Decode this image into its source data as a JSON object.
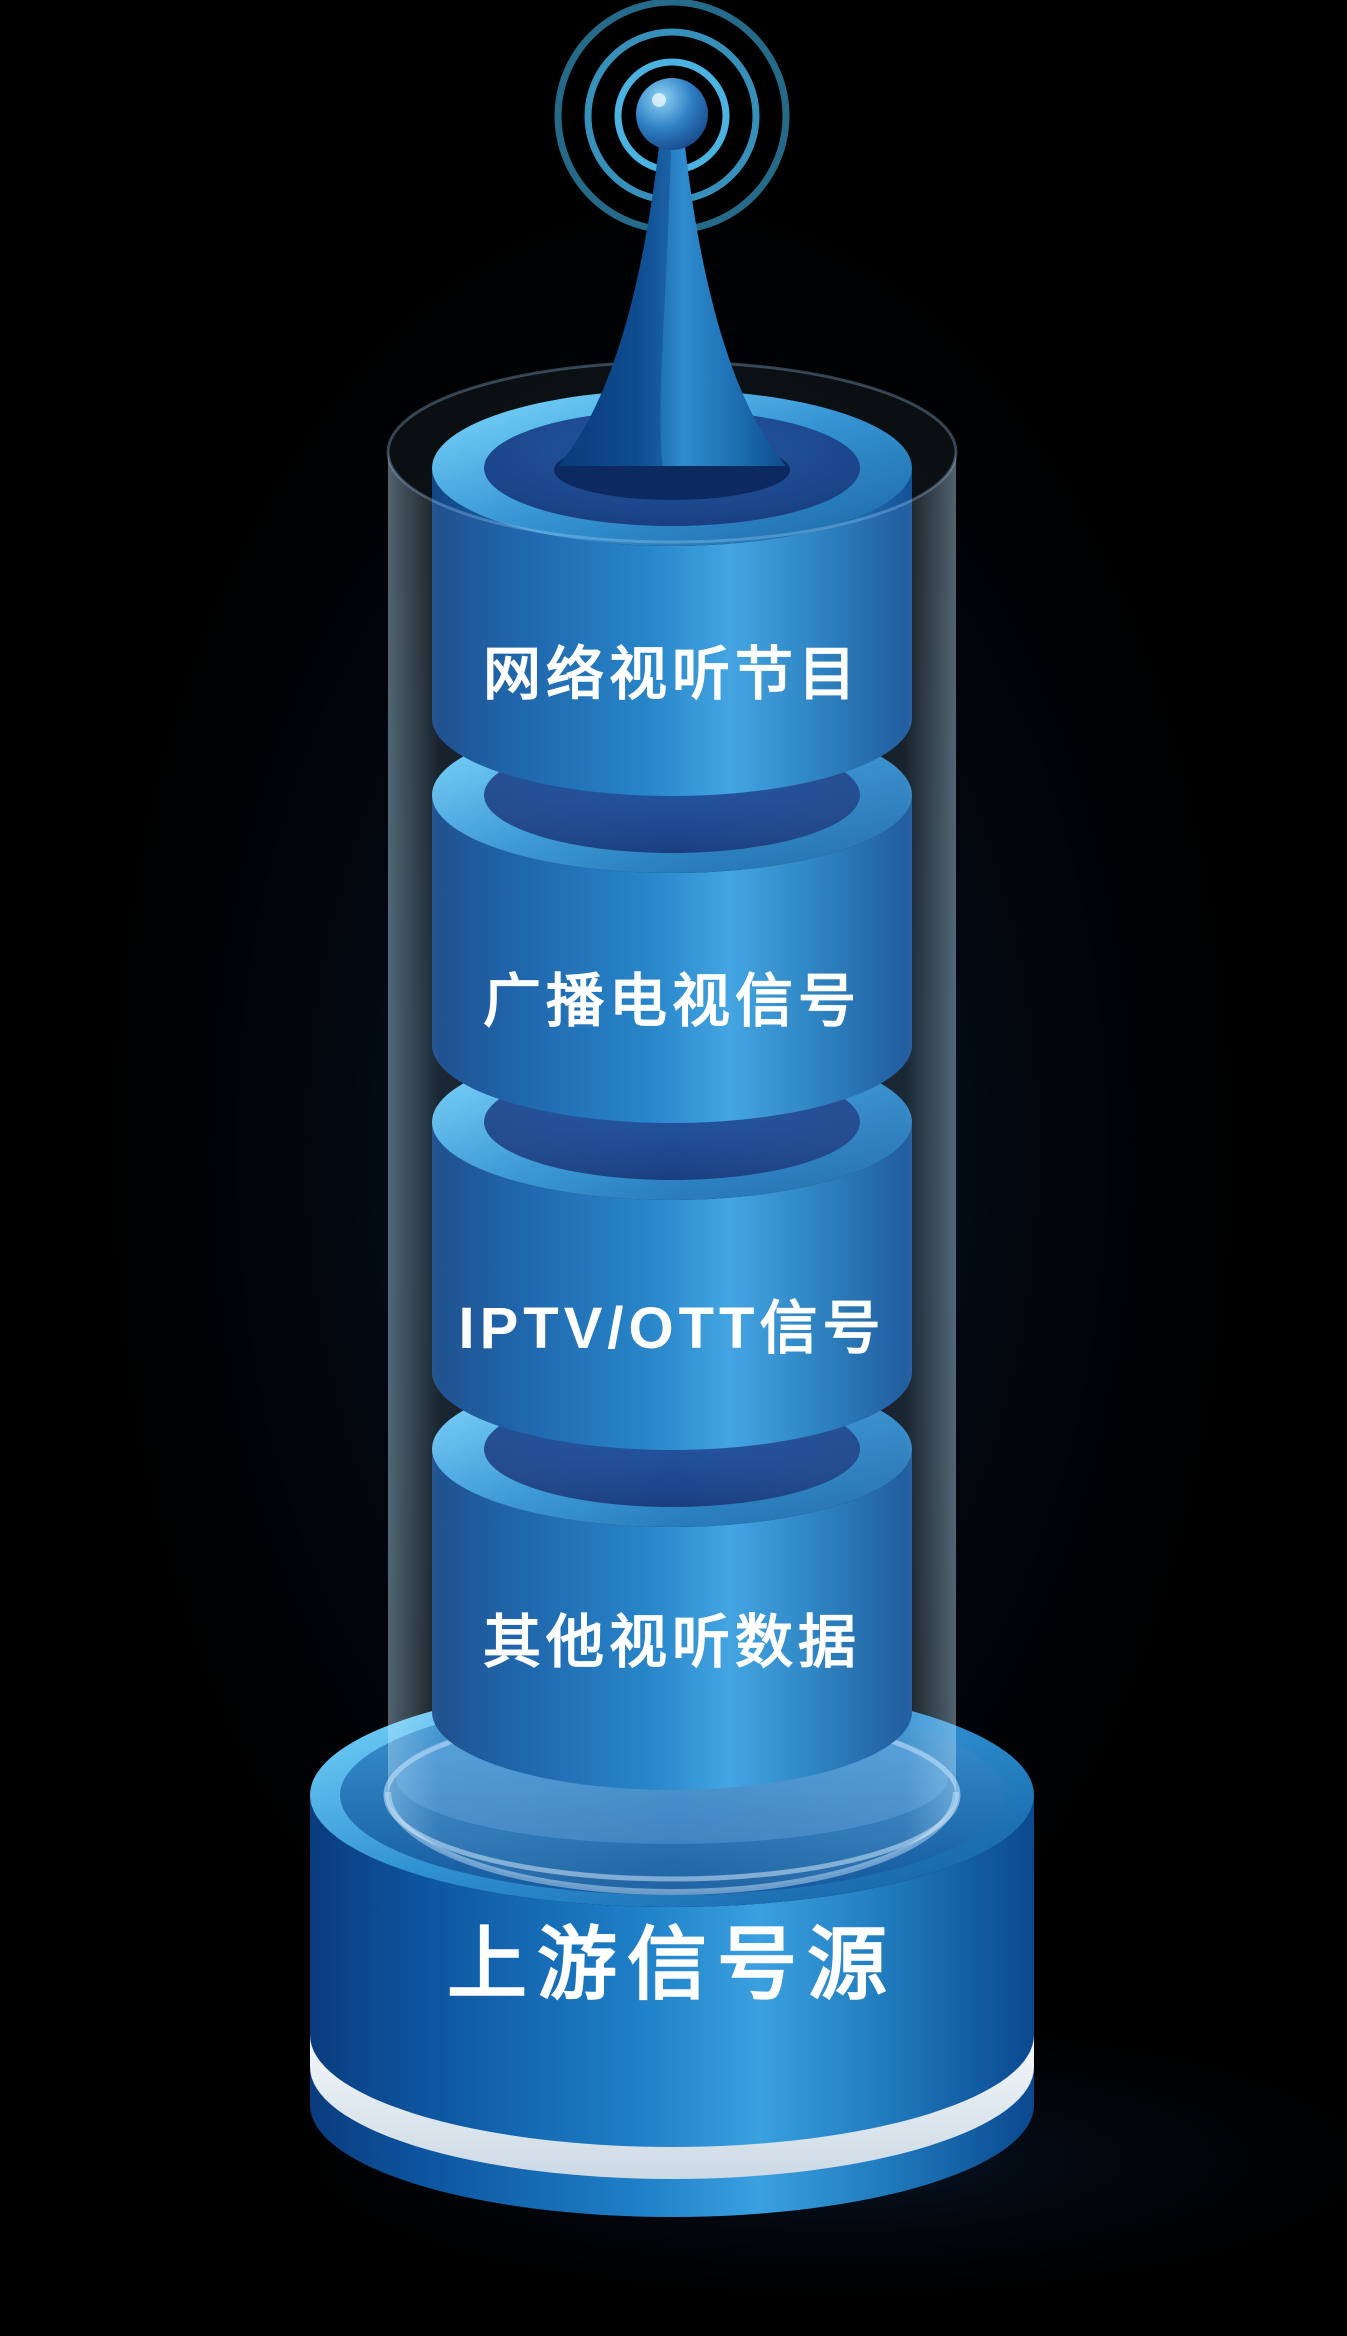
{
  "tower": {
    "base_label": "上游信号源",
    "segments": [
      {
        "label": "网络视听节目"
      },
      {
        "label": "广播电视信号"
      },
      {
        "label": "IPTV/OTT信号"
      },
      {
        "label": "其他视听数据"
      }
    ]
  },
  "antenna": {
    "icon": "broadcast-antenna-icon",
    "waves_icon": "signal-waves-icon"
  },
  "colors": {
    "background": "#000000",
    "body_dark": "#0a3c7e",
    "body_mid": "#1e7fc6",
    "body_light": "#3aa0e0",
    "rim_light": "#7ddcff",
    "inner_dark": "#0f2f6d",
    "glass": "#bfe6ff",
    "stripe": "#e8eef4",
    "text": "#ffffff"
  }
}
